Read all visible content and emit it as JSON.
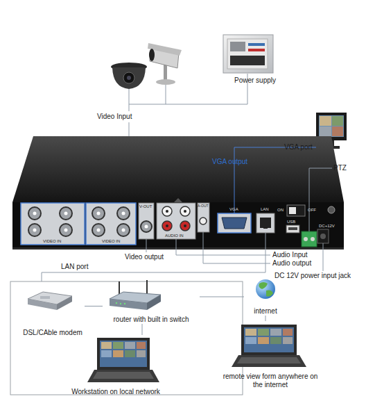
{
  "diagram": {
    "nodes": [
      {
        "text": [
          "Power supply"
        ]
      },
      {
        "text": [
          "VGA port"
        ]
      },
      {
        "text": [
          "DSL/CAble modem"
        ]
      },
      {
        "text": [
          "router with built in switch"
        ]
      },
      {
        "text": [
          "internet"
        ]
      },
      {
        "text": [
          "Workstation on local network"
        ]
      },
      {
        "text": [
          "remote view form anywhere on the internet"
        ]
      }
    ],
    "edges": [
      {
        "from": 2,
        "to": 3,
        "arrow": "none"
      },
      {
        "from": 3,
        "to": 4,
        "arrow": "none"
      },
      {
        "from": 3,
        "to": 5,
        "arrow": "none"
      },
      {
        "from": 4,
        "to": 6,
        "arrow": "none"
      }
    ],
    "labels": [
      "Video Input",
      "VGA output",
      "PTZ",
      "Video output",
      "Audio Input",
      "Audio output",
      "DC 12V power input jack",
      "LAN port",
      "VIDEO IN",
      "VIDEO IN",
      "V-OUT",
      "AUDIO IN",
      "A-OUT",
      "VGA",
      "LAN",
      "ON",
      "OFF",
      "USB",
      "DC+12V"
    ]
  }
}
